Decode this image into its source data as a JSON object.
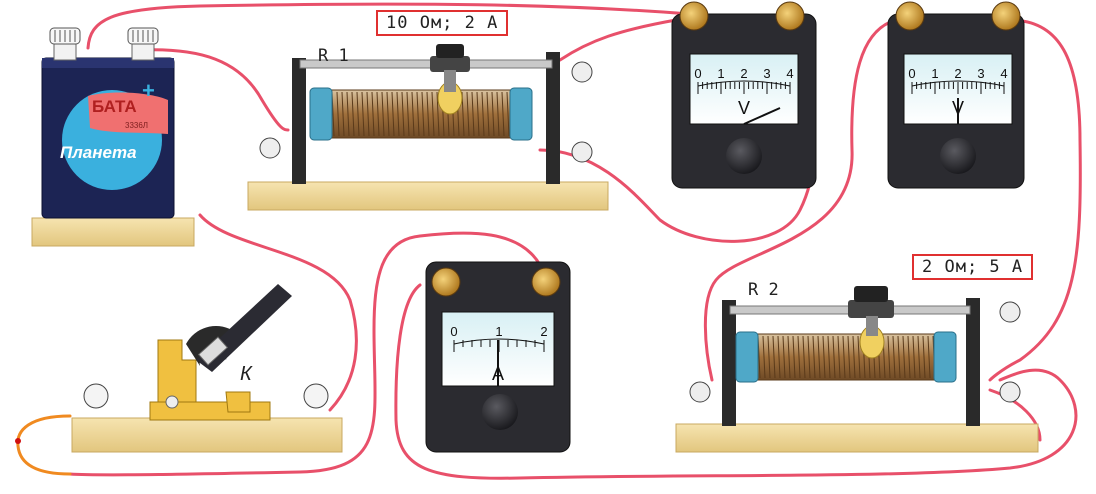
{
  "rheostat_r1": {
    "name": "R 1",
    "rating": "10 Ом; 2 А"
  },
  "rheostat_r2": {
    "name": "R 2",
    "rating": "2 Ом; 5 А"
  },
  "battery": {
    "label_top": "БАТА",
    "numbers": "3336Л",
    "brand": "Планета",
    "plus_sign": "+"
  },
  "switch": {
    "label": "К"
  },
  "voltmeter": {
    "scale": [
      "0",
      "1",
      "2",
      "3",
      "4"
    ],
    "unit": "V"
  },
  "voltmeter2": {
    "scale": [
      "0",
      "1",
      "2",
      "3",
      "4"
    ],
    "unit": "V"
  },
  "ammeter": {
    "scale": [
      "0",
      "1",
      "2"
    ],
    "unit": "A"
  },
  "colors": {
    "wire": "#e8506a",
    "wire_free_end": "#f08a20",
    "wood": "#efd79a",
    "meter_body": "#2b2b30"
  }
}
